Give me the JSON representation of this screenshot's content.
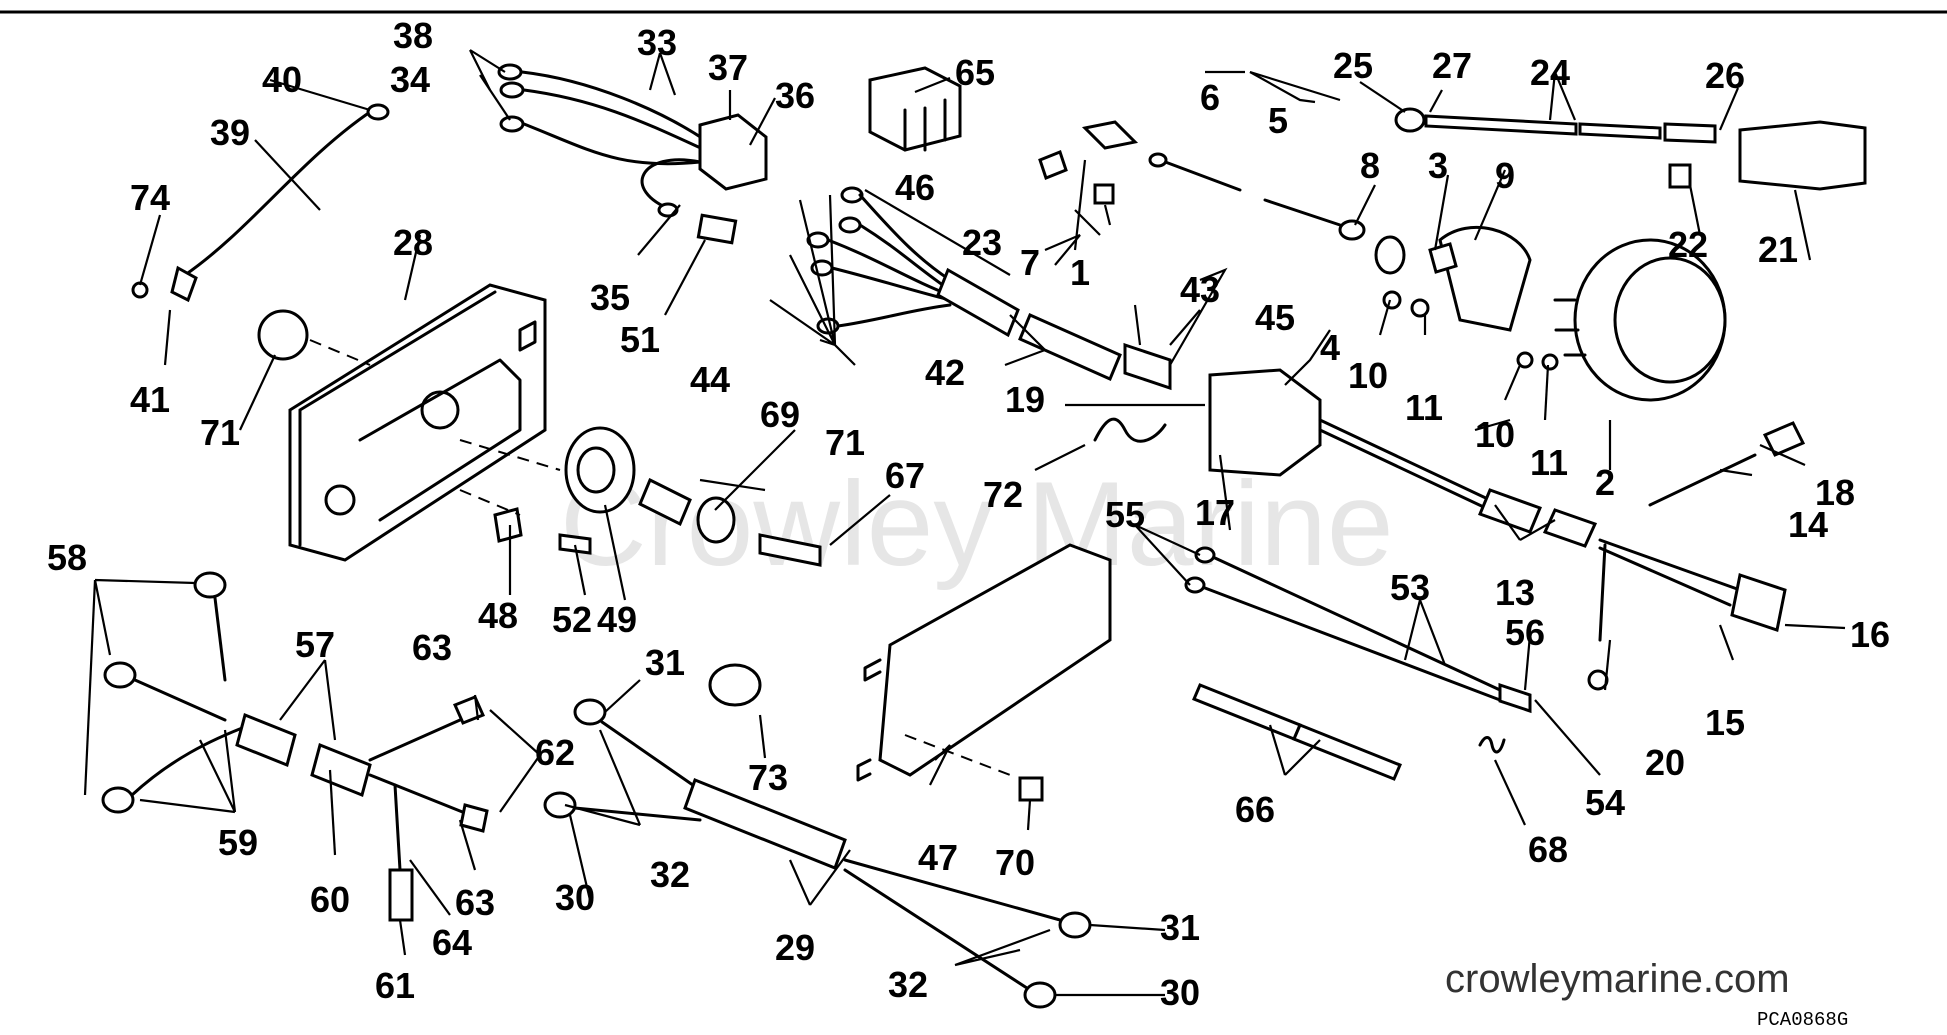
{
  "watermark": "Crowley Marine",
  "website": "crowleymarine.com",
  "drawing_code": "PCA0868G",
  "callouts": {
    "c1": "1",
    "c2": "2",
    "c3": "3",
    "c4": "4",
    "c5": "5",
    "c6": "6",
    "c7": "7",
    "c8": "8",
    "c9": "9",
    "c10a": "10",
    "c10b": "10",
    "c11a": "11",
    "c11b": "11",
    "c13": "13",
    "c14": "14",
    "c15": "15",
    "c16": "16",
    "c17": "17",
    "c18": "18",
    "c19": "19",
    "c20": "20",
    "c21": "21",
    "c22": "22",
    "c23": "23",
    "c24": "24",
    "c25": "25",
    "c26": "26",
    "c27": "27",
    "c28": "28",
    "c29": "29",
    "c30a": "30",
    "c30b": "30",
    "c31a": "31",
    "c31b": "31",
    "c32a": "32",
    "c32b": "32",
    "c33": "33",
    "c34": "34",
    "c35": "35",
    "c36": "36",
    "c37": "37",
    "c38": "38",
    "c39": "39",
    "c40": "40",
    "c41": "41",
    "c42": "42",
    "c43": "43",
    "c44": "44",
    "c45": "45",
    "c46": "46",
    "c47": "47",
    "c48": "48",
    "c49": "49",
    "c51": "51",
    "c52": "52",
    "c53": "53",
    "c54": "54",
    "c55": "55",
    "c56": "56",
    "c57": "57",
    "c58": "58",
    "c59": "59",
    "c60": "60",
    "c61": "61",
    "c62": "62",
    "c63a": "63",
    "c63b": "63",
    "c64": "64",
    "c65": "65",
    "c66": "66",
    "c67": "67",
    "c68": "68",
    "c69": "69",
    "c70": "70",
    "c71a": "71",
    "c71b": "71",
    "c72": "72",
    "c73": "73",
    "c74": "74"
  }
}
